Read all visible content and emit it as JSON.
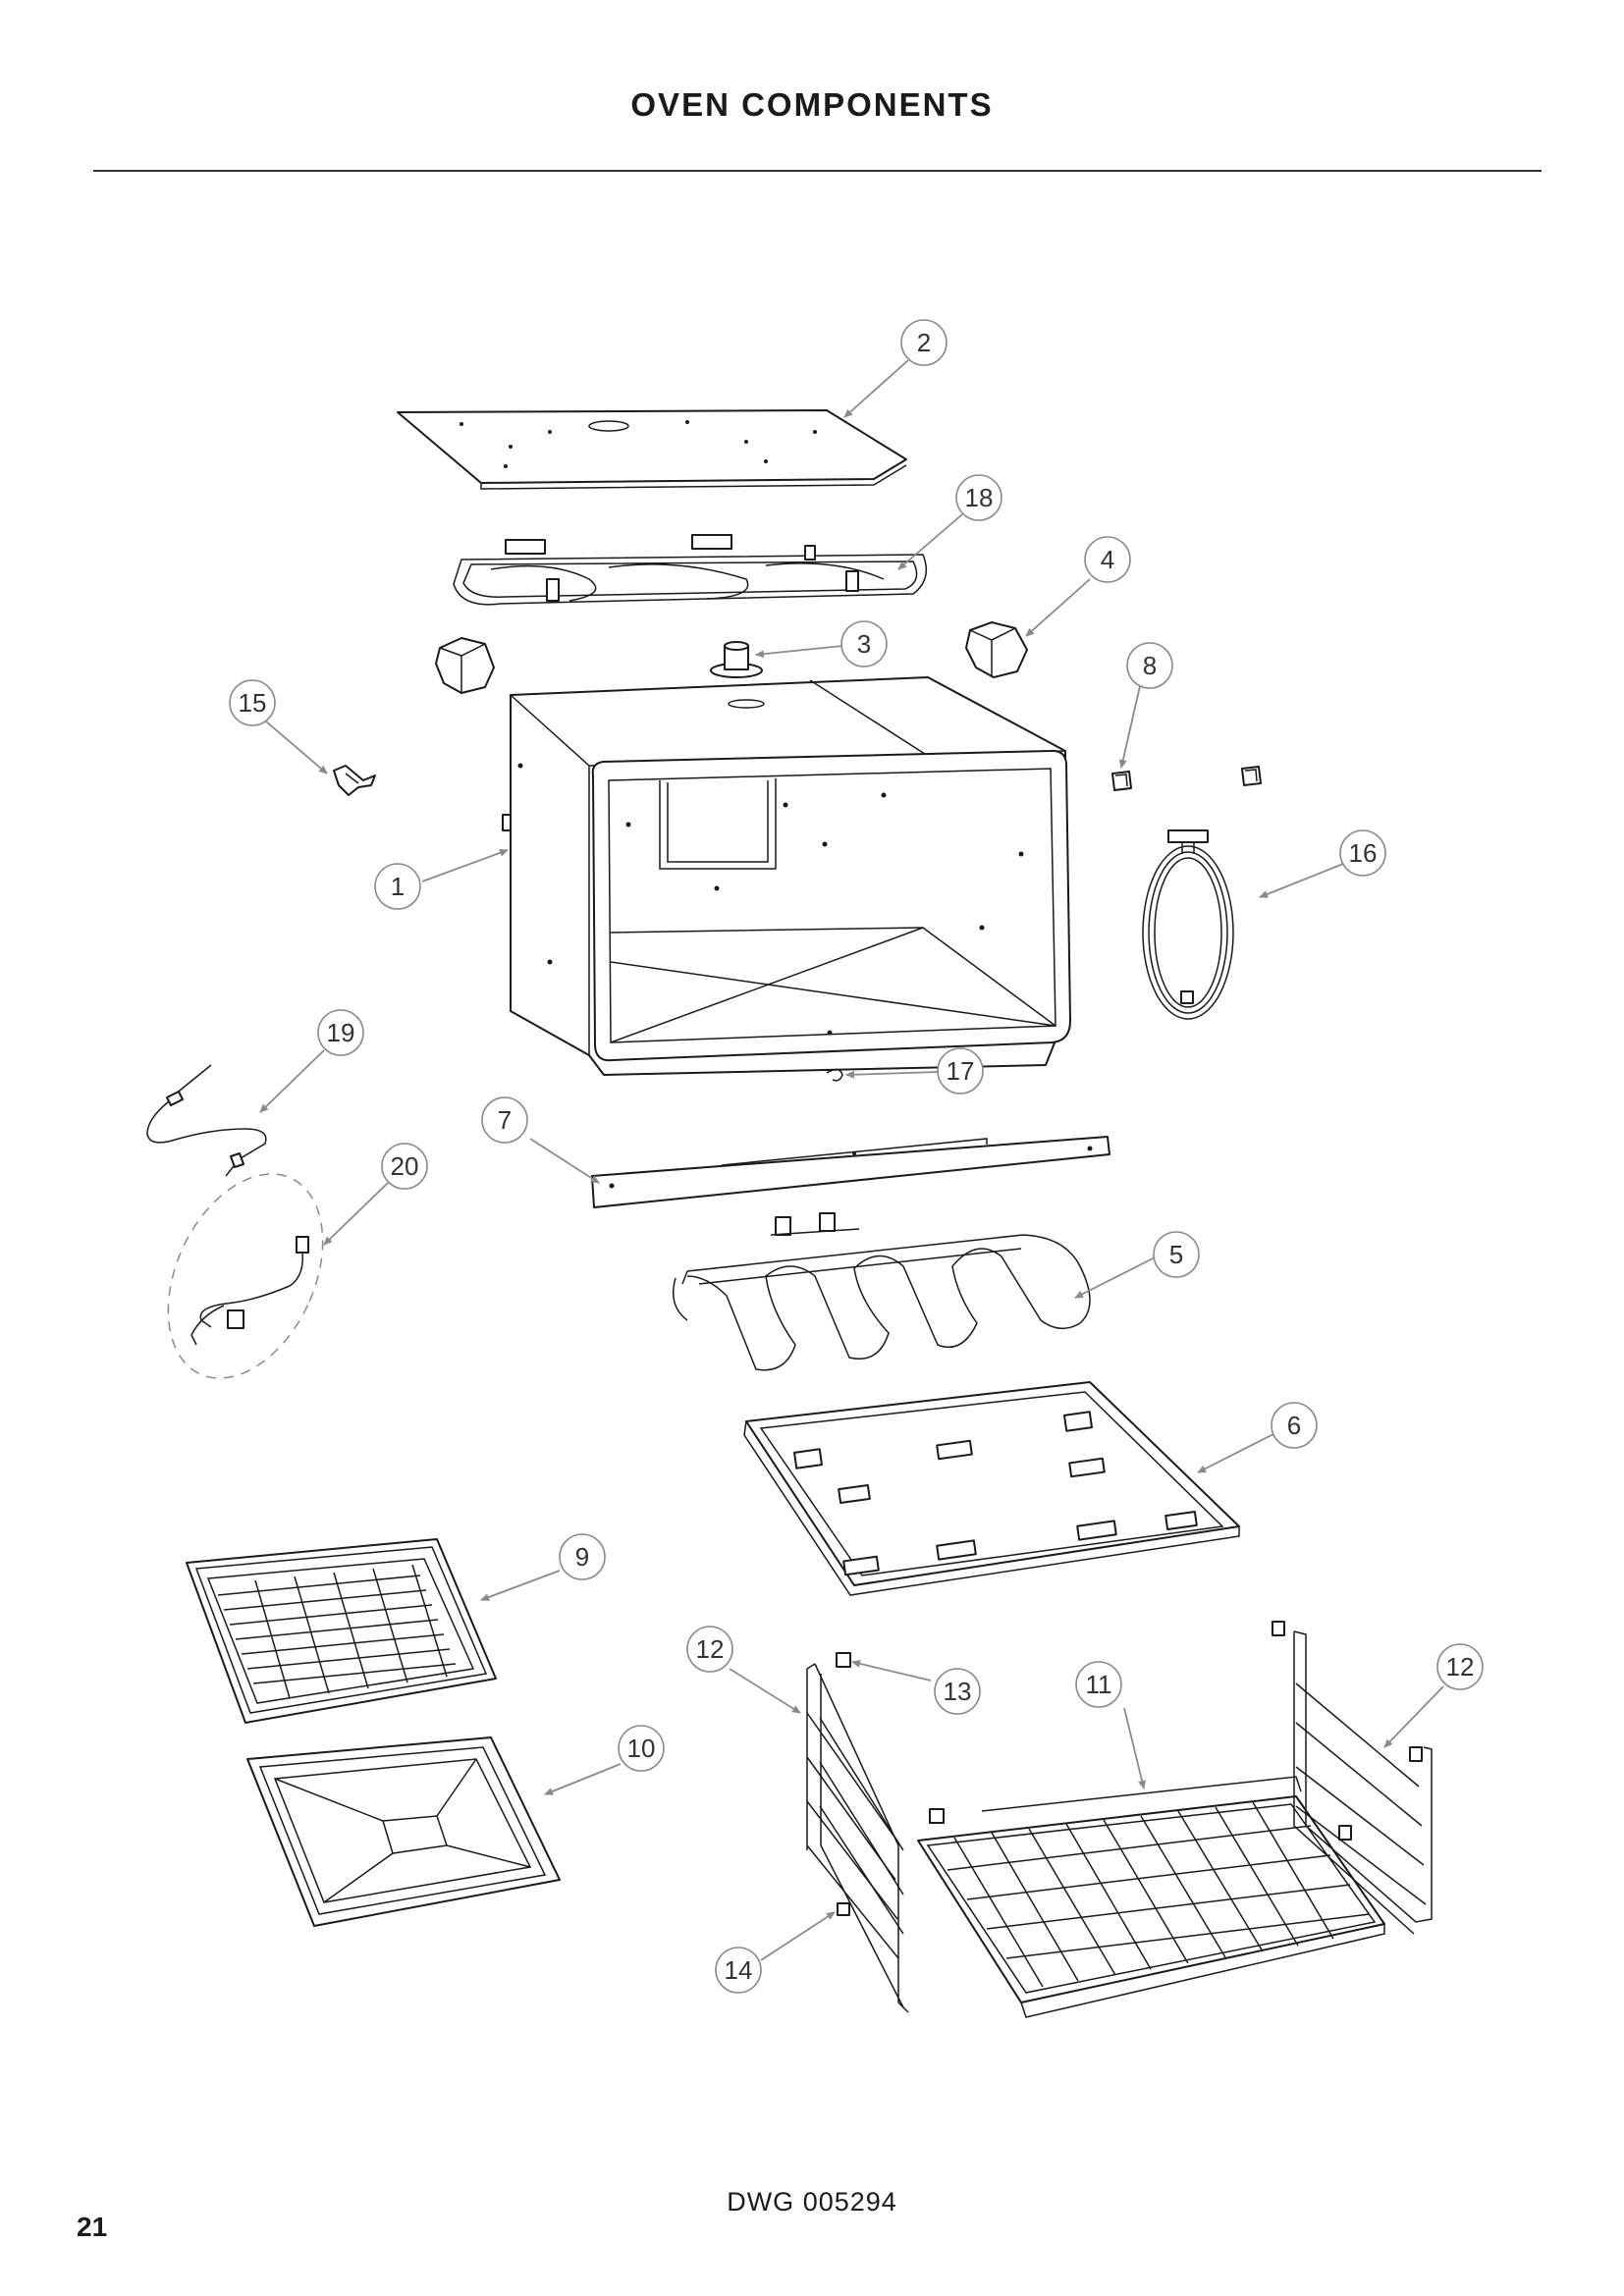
{
  "header": {
    "title": "OVEN COMPONENTS"
  },
  "footer": {
    "drawing_number": "DWG 005294",
    "page_number": "21"
  },
  "callouts": [
    {
      "id": "c1",
      "label": "1"
    },
    {
      "id": "c2",
      "label": "2"
    },
    {
      "id": "c3",
      "label": "3"
    },
    {
      "id": "c4",
      "label": "4"
    },
    {
      "id": "c5",
      "label": "5"
    },
    {
      "id": "c6",
      "label": "6"
    },
    {
      "id": "c7",
      "label": "7"
    },
    {
      "id": "c8",
      "label": "8"
    },
    {
      "id": "c9",
      "label": "9"
    },
    {
      "id": "c10",
      "label": "10"
    },
    {
      "id": "c11",
      "label": "11"
    },
    {
      "id": "c12a",
      "label": "12"
    },
    {
      "id": "c12b",
      "label": "12"
    },
    {
      "id": "c13",
      "label": "13"
    },
    {
      "id": "c14",
      "label": "14"
    },
    {
      "id": "c15",
      "label": "15"
    },
    {
      "id": "c16",
      "label": "16"
    },
    {
      "id": "c17",
      "label": "17"
    },
    {
      "id": "c18",
      "label": "18"
    },
    {
      "id": "c19",
      "label": "19"
    },
    {
      "id": "c20",
      "label": "20"
    }
  ],
  "colors": {
    "line": "#1a1a1a",
    "callout": "#8a8a8a",
    "background": "#ffffff"
  }
}
